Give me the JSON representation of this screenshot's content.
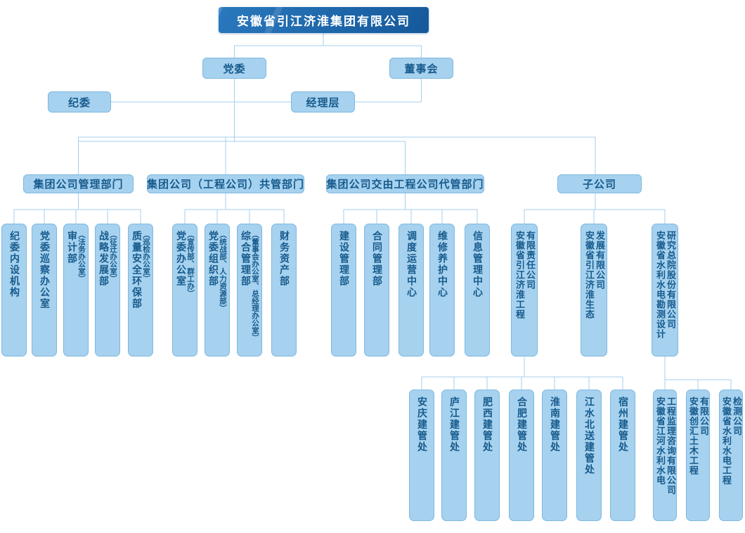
{
  "colors": {
    "box_fill": "#a6d2ef",
    "box_border": "#7eb7e0",
    "box_text": "#175a8c",
    "line": "#a5cfec",
    "root_bg1": "#2a78bd",
    "root_bg2": "#15599b",
    "root_text": "#ffffff"
  },
  "org": {
    "root": "安徽省引江济淮集团有限公司",
    "party": "党委",
    "board": "董事会",
    "discipline": "纪委",
    "managers": "经理层",
    "cat_management": "集团公司管理部门",
    "cat_joint": "集团公司（工程公司）共管部门",
    "cat_delegated": "集团公司交由工程公司代管部门",
    "cat_subsidiaries": "子公司"
  },
  "management_depts": [
    {
      "main": "纪委内设机构",
      "note": ""
    },
    {
      "main": "党委巡察办公室",
      "note": ""
    },
    {
      "main": "审计部",
      "note": "（法务办公室）"
    },
    {
      "main": "战略发展部",
      "note": "（征迁办公室）"
    },
    {
      "main": "质量安全环保部",
      "note": "（巡检办公室）"
    }
  ],
  "joint_depts": [
    {
      "main": "党委办公室",
      "note": "（宣传部、群工办）"
    },
    {
      "main": "党委组织部",
      "note": "（统战部、人力资源部）"
    },
    {
      "main": "综合管理部",
      "note": "（董事会办公室、总经理办公室）"
    },
    {
      "main": "财务资产部",
      "note": ""
    }
  ],
  "delegated_depts": [
    "建设管理部",
    "合同管理部",
    "调度运营中心",
    "维修养护中心",
    "信息管理中心"
  ],
  "subsidiaries": [
    {
      "col1": "安徽省引江济淮工程",
      "col2": "有限责任公司"
    },
    {
      "col1": "安徽省引江济淮生态",
      "col2": "发展有限公司"
    },
    {
      "col1": "安徽省水利水电勘测设计",
      "col2": "研究总院股份有限公司"
    }
  ],
  "construction_offices": [
    "安庆建管处",
    "庐江建管处",
    "肥西建管处",
    "合肥建管处",
    "淮南建管处",
    "江水北送建管处",
    "宿州建管处"
  ],
  "design_sub_children": [
    {
      "col1": "安徽省江河水利水电",
      "col2": "工程监理咨询有限公司"
    },
    {
      "col1": "安徽创汇土木工程",
      "col2": "有限公司"
    },
    {
      "col1": "安徽省水利水电工程",
      "col2": "检测公司"
    }
  ]
}
